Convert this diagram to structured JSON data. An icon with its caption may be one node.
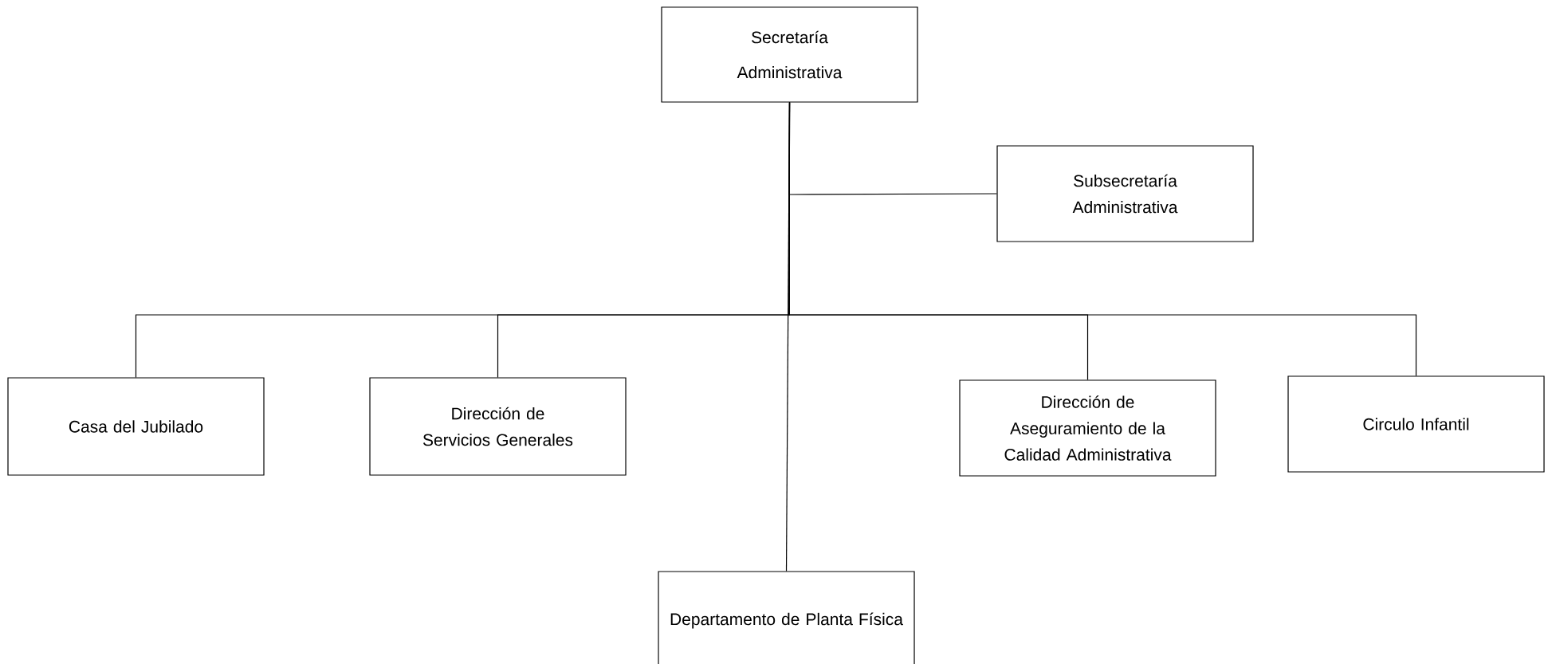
{
  "diagram": {
    "nodes": [
      {
        "text": [
          "Secretaría Administrativa"
        ]
      },
      {
        "text": [
          "Subsecretaría Administrativa"
        ]
      },
      {
        "text": [
          "Casa del Jubilado"
        ]
      },
      {
        "text": [
          "Dirección de Servicios Generales"
        ]
      },
      {
        "text": [
          "Dirección de Aseguramiento de la Calidad Administrativa"
        ]
      },
      {
        "text": [
          "Circulo Infantil"
        ]
      },
      {
        "text": [
          "Departamento de Planta Física"
        ]
      }
    ],
    "edges": [
      {
        "from": 0,
        "to": 1,
        "arrow": "none"
      },
      {
        "from": 0,
        "to": 2,
        "arrow": "none"
      },
      {
        "from": 0,
        "to": 3,
        "arrow": "none"
      },
      {
        "from": 0,
        "to": 4,
        "arrow": "none"
      },
      {
        "from": 0,
        "to": 5,
        "arrow": "none"
      },
      {
        "from": 0,
        "to": 6,
        "arrow": "none"
      }
    ]
  }
}
